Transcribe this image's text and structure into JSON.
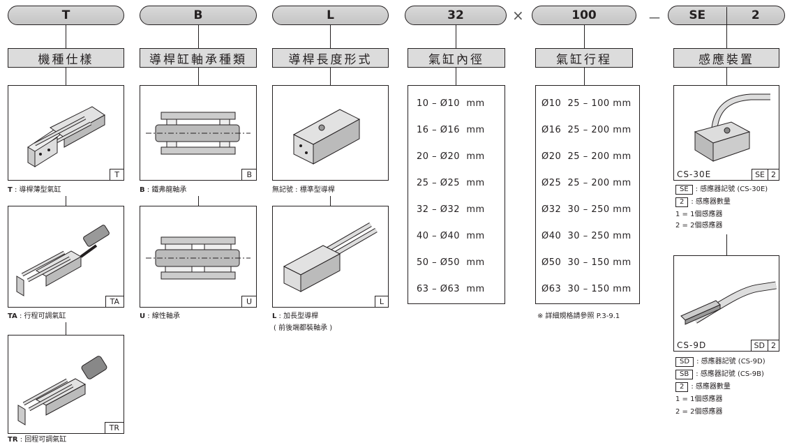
{
  "codes": [
    {
      "value": "T"
    },
    {
      "value": "B"
    },
    {
      "value": "L"
    },
    {
      "value": "32"
    },
    {
      "value": "100"
    },
    {
      "value": "SE",
      "value2": "2"
    }
  ],
  "separators": {
    "times": "×",
    "dash": "－"
  },
  "headers": [
    "機種仕樣",
    "導桿缸軸承種類",
    "導桿長度形式",
    "氣缸內徑",
    "氣缸行程",
    "感應裝置"
  ],
  "model": {
    "items": [
      {
        "tag": "T",
        "code": "T",
        "desc": " : 導桿薄型氣缸"
      },
      {
        "tag": "TA",
        "code": "TA",
        "desc": " : 行程可調氣缸"
      },
      {
        "tag": "TR",
        "code": "TR",
        "desc": " : 回程可調氣缸"
      }
    ]
  },
  "bearing": {
    "items": [
      {
        "tag": "B",
        "code": "B",
        "desc": " : 鐵弗龍軸承"
      },
      {
        "tag": "U",
        "code": "U",
        "desc": " : 線性軸承"
      }
    ]
  },
  "length": {
    "items": [
      {
        "tag": "",
        "code": "",
        "desc": "無記號 : 標準型導桿"
      },
      {
        "tag": "L",
        "code": "L",
        "desc": " : 加長型導桿",
        "desc2": "( 前後端都裝軸承 )"
      }
    ]
  },
  "bore": {
    "rows": [
      "10 – Ø10  mm",
      "16 – Ø16  mm",
      "20 – Ø20  mm",
      "25 – Ø25  mm",
      "32 – Ø32  mm",
      "40 – Ø40  mm",
      "50 – Ø50  mm",
      "63 – Ø63  mm"
    ]
  },
  "stroke": {
    "rows": [
      "Ø10  25 – 100 mm",
      "Ø16  25 – 200 mm",
      "Ø20  25 – 200 mm",
      "Ø25  25 – 200 mm",
      "Ø32  30 – 250 mm",
      "Ø40  30 – 250 mm",
      "Ø50  30 – 150 mm",
      "Ø63  30 – 150 mm"
    ],
    "note": "※ 詳細規格請參照 P.3-9.1"
  },
  "sensor": {
    "cs30e": {
      "label": "CS-30E",
      "tag_a": "SE",
      "tag_b": "2",
      "lines": [
        {
          "box": "SE",
          "text": ": 感應器記號 (CS-30E)"
        },
        {
          "box": "2",
          "text": ": 感應器數量"
        }
      ],
      "qty": [
        "1 = 1個感應器",
        "2 = 2個感應器"
      ]
    },
    "cs9d": {
      "label": "CS-9D",
      "tag_a": "SD",
      "tag_b": "2",
      "lines": [
        {
          "box": "SD",
          "text": ": 感應器記號 (CS-9D)"
        },
        {
          "box": "SB",
          "text": ": 感應器記號 (CS-9B)"
        },
        {
          "box": "2",
          "text": ": 感應器數量"
        }
      ],
      "qty": [
        "1 = 1個感應器",
        "2 = 2個感應器"
      ]
    }
  }
}
